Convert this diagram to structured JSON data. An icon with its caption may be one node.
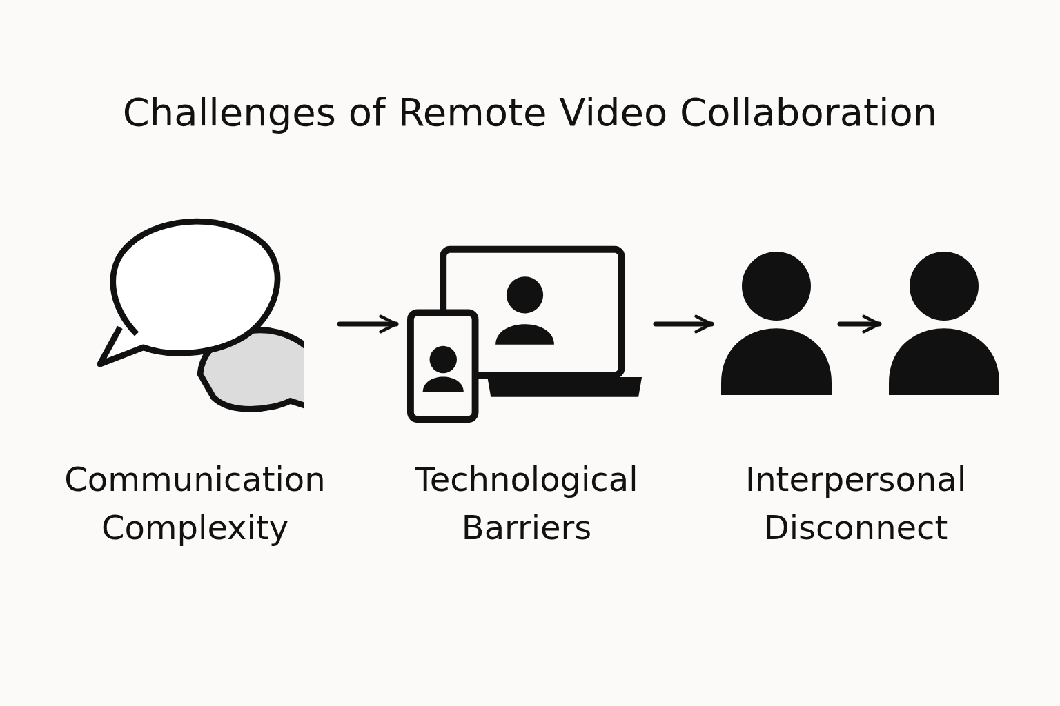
{
  "diagram": {
    "title": "Challenges of Remote Video Collaboration",
    "nodes": [
      {
        "text": [
          "Communication Complexity"
        ]
      },
      {
        "text": [
          "Technological Barriers"
        ]
      },
      {
        "text": [],
        "shape": "person"
      },
      {
        "text": [],
        "shape": "person"
      }
    ],
    "edges": [
      {
        "from": 0,
        "to": 1,
        "arrow": "to"
      },
      {
        "from": 1,
        "to": 2,
        "arrow": "to"
      },
      {
        "from": 2,
        "to": 3,
        "arrow": "to"
      }
    ],
    "labels": [
      "Interpersonal Disconnect"
    ]
  }
}
